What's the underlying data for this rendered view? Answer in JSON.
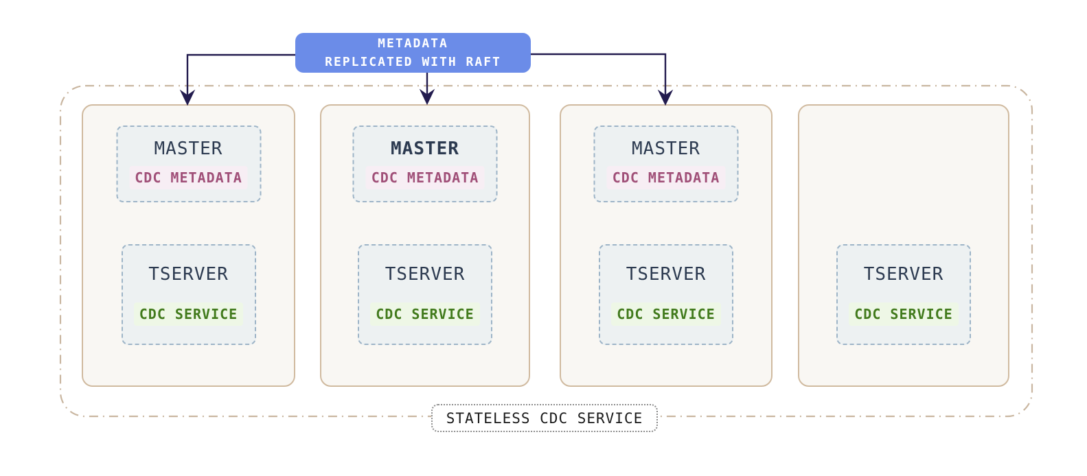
{
  "raft_box": {
    "line1": "METADATA",
    "line2": "REPLICATED WITH RAFT"
  },
  "cluster_label": "STATELESS CDC SERVICE",
  "nodes": [
    {
      "master_label": "MASTER",
      "master_badge": "CDC METADATA",
      "master_leader": false,
      "tserver_label": "TSERVER",
      "tserver_badge": "CDC SERVICE"
    },
    {
      "master_label": "MASTER",
      "master_badge": "CDC METADATA",
      "master_leader": true,
      "tserver_label": "TSERVER",
      "tserver_badge": "CDC SERVICE"
    },
    {
      "master_label": "MASTER",
      "master_badge": "CDC METADATA",
      "master_leader": false,
      "tserver_label": "TSERVER",
      "tserver_badge": "CDC SERVICE"
    },
    {
      "tserver_label": "TSERVER",
      "tserver_badge": "CDC SERVICE"
    }
  ],
  "colors": {
    "raft_box_bg": "#6b8ce8",
    "raft_box_text": "#ffffff",
    "arrow": "#221b4e",
    "outer_boundary_border": "#c9b6a0",
    "node_border": "#d0ba9f",
    "node_bg": "#f9f7f3",
    "inner_box_border": "#9db4c7",
    "inner_box_bg": "#edf1f2",
    "title_text": "#2c3a50",
    "metadata_text": "#a04f78",
    "metadata_bg": "#f7eef4",
    "service_text": "#417a1c",
    "service_bg": "#eef7e6",
    "cluster_label_text": "#1a1a1a"
  }
}
